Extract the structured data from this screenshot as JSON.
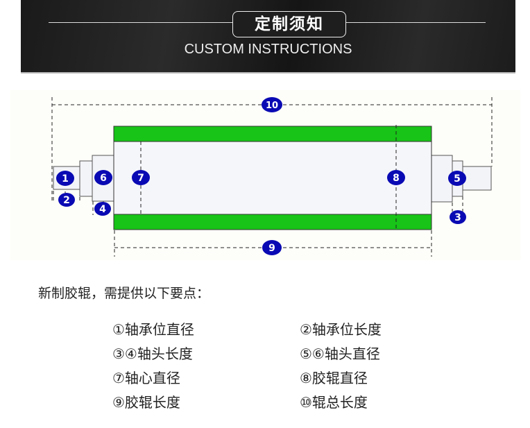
{
  "header": {
    "title": "定制须知",
    "subtitle": "CUSTOM INSTRUCTIONS"
  },
  "diagram": {
    "badges": [
      "1",
      "2",
      "3",
      "4",
      "5",
      "6",
      "7",
      "8",
      "9",
      "10"
    ],
    "roller_color": "#17c417",
    "badge_color": "#0a0ab4"
  },
  "intro": "新制胶辊，需提供以下要点：",
  "items": [
    "①轴承位直径",
    "②轴承位长度",
    "③④轴头长度",
    "⑤⑥轴头直径",
    "⑦轴心直径",
    "⑧胶辊直径",
    "⑨胶辊长度",
    "⑩辊总长度"
  ]
}
